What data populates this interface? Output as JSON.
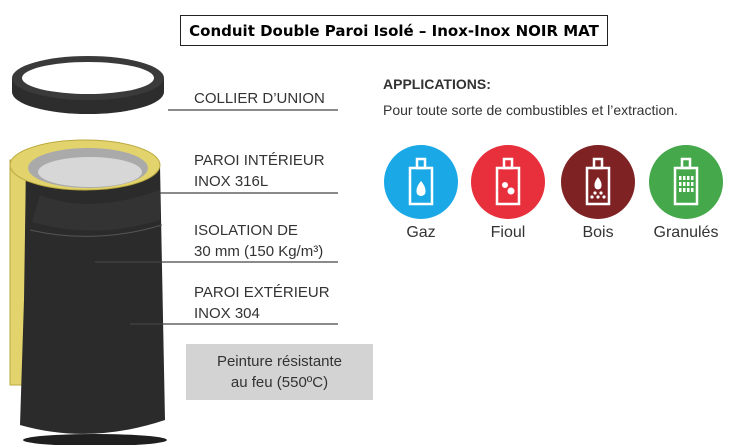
{
  "title": "Conduit Double Paroi Isolé – Inox-Inox NOIR MAT",
  "labels": {
    "collier": "COLLIER D’UNION",
    "paroi_int_1": "PAROI INTÉRIEUR",
    "paroi_int_2": "INOX 316L",
    "isolation_1": "ISOLATION DE",
    "isolation_2": "30 mm (150 Kg/m³)",
    "paroi_ext_1": "PAROI EXTÉRIEUR",
    "paroi_ext_2": "INOX 304"
  },
  "paint": {
    "line1": "Peinture résistante",
    "line2": "au feu (550ºC)"
  },
  "applications": {
    "heading": "APPLICATIONS:",
    "text": "Pour toute sorte de combustibles et l’extraction.",
    "items": [
      {
        "name": "Gaz",
        "color": "#1aa9e6",
        "icon": "flame-icon"
      },
      {
        "name": "Fioul",
        "color": "#e8303c",
        "icon": "droplets-icon"
      },
      {
        "name": "Bois",
        "color": "#7e2224",
        "icon": "wood-fire-icon"
      },
      {
        "name": "Granulés",
        "color": "#45a84a",
        "icon": "pellets-icon"
      }
    ]
  }
}
